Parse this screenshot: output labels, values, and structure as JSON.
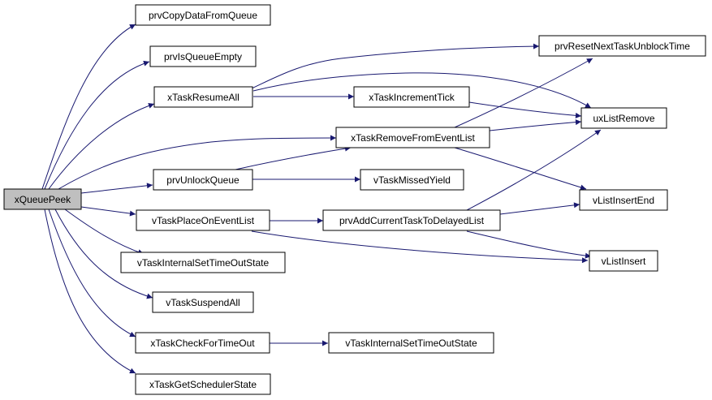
{
  "graph": {
    "edge_color": "#191970",
    "root_fill": "#bfbfbf",
    "node_fill": "#ffffff",
    "nodes": {
      "xQueuePeek": "xQueuePeek",
      "prvCopyDataFromQueue": "prvCopyDataFromQueue",
      "prvIsQueueEmpty": "prvIsQueueEmpty",
      "xTaskResumeAll": "xTaskResumeAll",
      "prvResetNextTaskUnblockTime": "prvResetNextTaskUnblockTime",
      "xTaskIncrementTick": "xTaskIncrementTick",
      "uxListRemove": "uxListRemove",
      "xTaskRemoveFromEventList": "xTaskRemoveFromEventList",
      "prvUnlockQueue": "prvUnlockQueue",
      "vTaskMissedYield": "vTaskMissedYield",
      "vListInsertEnd": "vListInsertEnd",
      "vTaskPlaceOnEventList": "vTaskPlaceOnEventList",
      "prvAddCurrentTaskToDelayedList": "prvAddCurrentTaskToDelayedList",
      "vListInsert": "vListInsert",
      "vTaskInternalSetTimeOutState_1": "vTaskInternalSetTimeOutState",
      "vTaskSuspendAll": "vTaskSuspendAll",
      "xTaskCheckForTimeOut": "xTaskCheckForTimeOut",
      "vTaskInternalSetTimeOutState_2": "vTaskInternalSetTimeOutState",
      "xTaskGetSchedulerState": "xTaskGetSchedulerState"
    },
    "edges": [
      [
        "xQueuePeek",
        "prvCopyDataFromQueue"
      ],
      [
        "xQueuePeek",
        "prvIsQueueEmpty"
      ],
      [
        "xQueuePeek",
        "xTaskResumeAll"
      ],
      [
        "xQueuePeek",
        "xTaskRemoveFromEventList"
      ],
      [
        "xQueuePeek",
        "prvUnlockQueue"
      ],
      [
        "xQueuePeek",
        "vTaskPlaceOnEventList"
      ],
      [
        "xQueuePeek",
        "vTaskInternalSetTimeOutState_1"
      ],
      [
        "xQueuePeek",
        "vTaskSuspendAll"
      ],
      [
        "xQueuePeek",
        "xTaskCheckForTimeOut"
      ],
      [
        "xQueuePeek",
        "xTaskGetSchedulerState"
      ],
      [
        "xTaskResumeAll",
        "prvResetNextTaskUnblockTime"
      ],
      [
        "xTaskResumeAll",
        "xTaskIncrementTick"
      ],
      [
        "xTaskResumeAll",
        "uxListRemove"
      ],
      [
        "xTaskIncrementTick",
        "uxListRemove"
      ],
      [
        "xTaskRemoveFromEventList",
        "uxListRemove"
      ],
      [
        "xTaskRemoveFromEventList",
        "prvResetNextTaskUnblockTime"
      ],
      [
        "xTaskRemoveFromEventList",
        "vListInsertEnd"
      ],
      [
        "prvUnlockQueue",
        "xTaskRemoveFromEventList"
      ],
      [
        "prvUnlockQueue",
        "vTaskMissedYield"
      ],
      [
        "vTaskPlaceOnEventList",
        "prvAddCurrentTaskToDelayedList"
      ],
      [
        "vTaskPlaceOnEventList",
        "vListInsert"
      ],
      [
        "prvAddCurrentTaskToDelayedList",
        "uxListRemove"
      ],
      [
        "prvAddCurrentTaskToDelayedList",
        "vListInsertEnd"
      ],
      [
        "prvAddCurrentTaskToDelayedList",
        "vListInsert"
      ],
      [
        "xTaskCheckForTimeOut",
        "vTaskInternalSetTimeOutState_2"
      ]
    ]
  }
}
